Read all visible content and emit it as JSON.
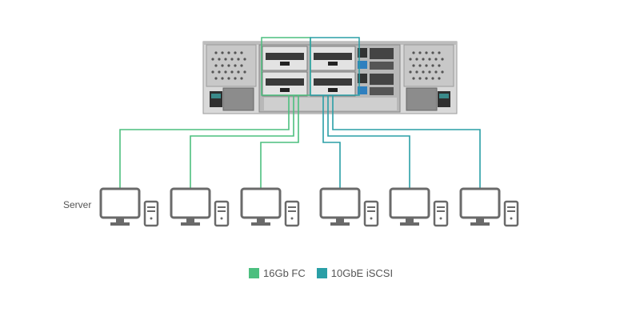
{
  "server_label": "Server",
  "legend": [
    {
      "label": "16Gb FC",
      "color": "#4cbf7f"
    },
    {
      "label": "10GbE iSCSI",
      "color": "#2a9fa6"
    }
  ],
  "colors": {
    "fc": "#4cbf7f",
    "iscsi": "#2a9fa6",
    "device": "#6a6a6a"
  },
  "icons": [
    "storage-enclosure-rear",
    "monitor-icon",
    "pc-tower-icon"
  ],
  "servers": [
    {
      "link": "16Gb FC"
    },
    {
      "link": "16Gb FC"
    },
    {
      "link": "16Gb FC"
    },
    {
      "link": "10GbE iSCSI"
    },
    {
      "link": "10GbE iSCSI"
    },
    {
      "link": "10GbE iSCSI"
    }
  ]
}
